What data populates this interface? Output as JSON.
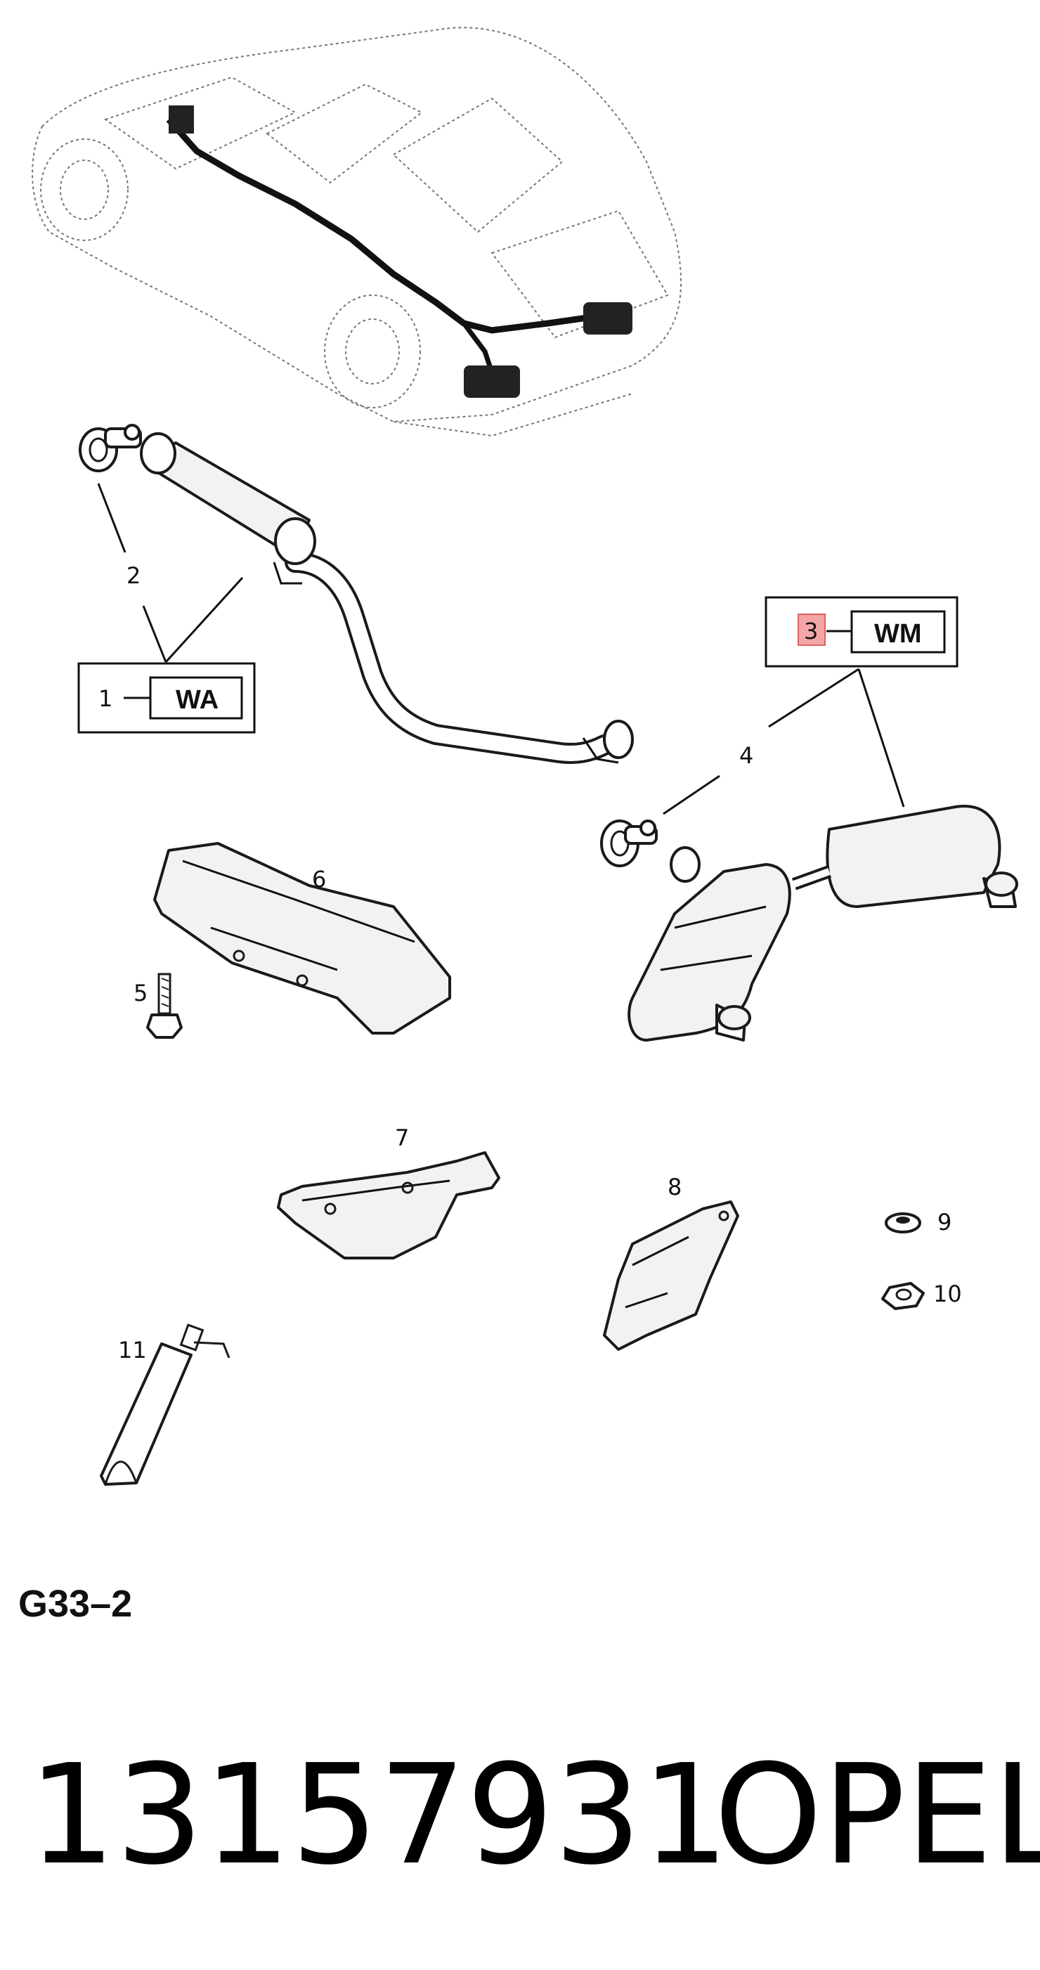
{
  "diagram": {
    "callouts": {
      "c1": "1",
      "c2": "2",
      "c3": "3",
      "c4": "4",
      "c5": "5",
      "c6": "6",
      "c7": "7",
      "c8": "8",
      "c9": "9",
      "c10": "10",
      "c11": "11"
    },
    "boxes": {
      "wa": "WA",
      "wm": "WM"
    },
    "highlight_color": "#f4a6a6",
    "reference": "G33–2"
  },
  "footer": {
    "part_number": "13157931",
    "brand": "OPEL"
  }
}
